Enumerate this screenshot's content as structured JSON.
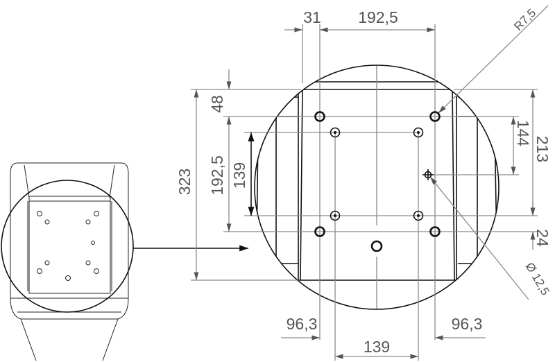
{
  "drawing": {
    "dimensions": {
      "top_offset": "31",
      "top_spacing": "192,5",
      "radius": "R7,5",
      "left_top_offset": "48",
      "overall_height": "323",
      "left_hole_spacing": "192,5",
      "left_inner_spacing": "139",
      "right_upper": "144",
      "right_overall": "213",
      "right_lower": "24",
      "diameter": "Ø 12,5",
      "bottom_left": "96,3",
      "bottom_right": "96,3",
      "bottom_inner": "139"
    },
    "colors": {
      "outline": "#111111",
      "dimension": "#8a8a8a",
      "text": "#555555"
    }
  }
}
